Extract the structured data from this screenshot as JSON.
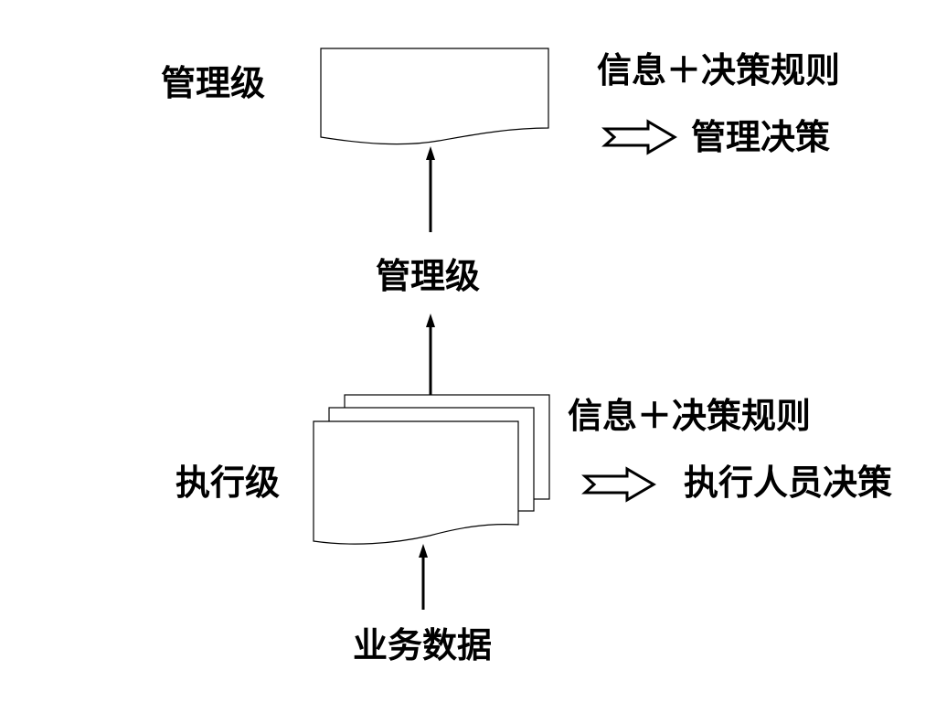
{
  "top": {
    "level_label": "管理级",
    "info_rule_label": "信息＋决策规则",
    "decision_label": "管理决策"
  },
  "middle": {
    "level_label": "管理级"
  },
  "bottom": {
    "level_label": "执行级",
    "info_rule_label": "信息＋决策规则",
    "decision_label": "执行人员决策",
    "input_label": "业务数据"
  },
  "colors": {
    "stroke": "#000000",
    "fill": "#ffffff",
    "background": "#ffffff"
  },
  "icons": {
    "decision_arrow": "hollow-right-arrow-icon",
    "flow_arrow": "up-arrow-icon",
    "document": "document-icon",
    "multi_document": "multi-document-icon"
  }
}
